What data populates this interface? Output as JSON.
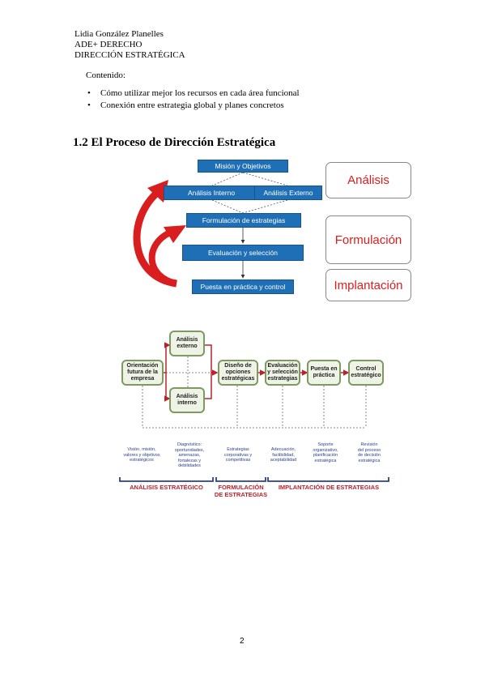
{
  "header": {
    "author": "Lidia González Planelles",
    "degree": "ADE+ DERECHO",
    "subject": "DIRECCIÓN ESTRATÉGICA"
  },
  "content": {
    "label": "Contenido:",
    "bullets": [
      "Cómo utilizar mejor los recursos en cada área funcional",
      "Conexión entre estrategia global y planes concretos"
    ],
    "bullet_symbol": "•"
  },
  "section": {
    "title": "1.2 El Proceso de Dirección Estratégica"
  },
  "diagram1": {
    "boxes": {
      "mision": "Misión y Objetivos",
      "interno": "Análisis Interno",
      "externo": "Análisis Externo",
      "formulacion": "Formulación de estrategias",
      "evaluacion": "Evaluación y selección",
      "puesta": "Puesta en práctica y control"
    },
    "stages": [
      "Análisis",
      "Formulación",
      "Implantación"
    ],
    "colors": {
      "box": "#1f6fb7",
      "arrow": "#d81e1e",
      "stage_text": "#e01b1b"
    }
  },
  "diagram2": {
    "boxes": {
      "orientacion": "Orientación\nfutura de la\nempresa",
      "externo": "Análisis\nexterno",
      "interno": "Análisis\ninterno",
      "diseno": "Diseño de\nopciones\nestratégicas",
      "evaluacion": "Evaluación\ny selección\nestrategias",
      "puesta": "Puesta en\npráctica",
      "control": "Control\nestratégico"
    },
    "bottom_labels": [
      "Visión, misión,\nvalores y objetivos\nestratégicos",
      "Diagnóstico:\noportunidades,\namenazas,\nfortalezas y\ndebilidades",
      "Estrategias\ncorporativas y\ncompetitivas",
      "Adecuación,\nfactibilidad,\naceptabilidad",
      "Soporte\norganizativo,\nplanificación\nestratégica",
      "Revisión\ndel proceso\nde decisión\nestratégica"
    ],
    "phases": [
      "ANÁLISIS ESTRATÉGICO",
      "FORMULACIÓN\nDE ESTRATEGIAS",
      "IMPLANTACIÓN DE ESTRATEGIAS"
    ],
    "colors": {
      "box_border": "#7d9a61",
      "arrow": "#c0202a",
      "label": "#2a3f8f"
    }
  },
  "page_number": "2"
}
